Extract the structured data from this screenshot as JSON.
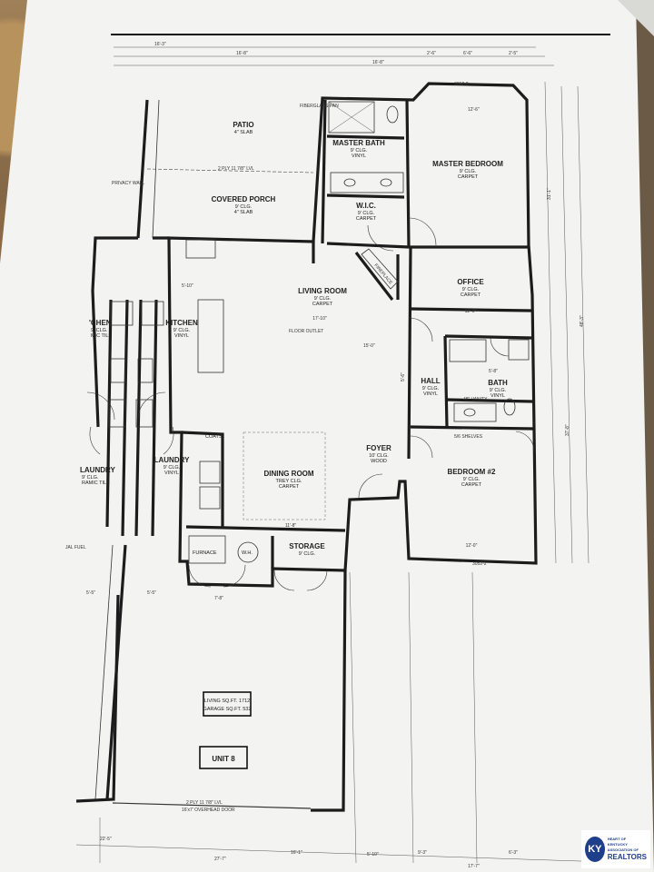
{
  "plan": {
    "rooms": {
      "patio": {
        "name": "PATIO",
        "finish": "4\" SLAB"
      },
      "covered_porch": {
        "name": "COVERED PORCH",
        "ceiling": "9' CLG.",
        "finish": "4\" SLAB"
      },
      "master_bath": {
        "name": "MASTER BATH",
        "ceiling": "9' CLG.",
        "finish": "VINYL"
      },
      "master_bedroom": {
        "name": "MASTER BEDROOM",
        "ceiling": "9' CLG.",
        "finish": "CARPET"
      },
      "wic": {
        "name": "W.I.C.",
        "ceiling": "9' CLG.",
        "finish": "CARPET"
      },
      "living_room": {
        "name": "LIVING ROOM",
        "ceiling": "9' CLG.",
        "finish": "CARPET",
        "dim": "17'-10\""
      },
      "office": {
        "name": "OFFICE",
        "ceiling": "9' CLG.",
        "finish": "CARPET",
        "dim": "12'-0\""
      },
      "kitchen": {
        "name": "KITCHEN",
        "ceiling": "9' CLG.",
        "finish": "VINYL"
      },
      "kitchen_left": {
        "name": "'CHEN",
        "ceiling": "9' CLG.",
        "finish": "MIC TILE"
      },
      "hall": {
        "name": "HALL",
        "ceiling": "9' CLG.",
        "finish": "VINYL"
      },
      "bath": {
        "name": "BATH",
        "ceiling": "9' CLG.",
        "finish": "VINYL",
        "vanity": "48\" VANITY"
      },
      "laundry": {
        "name": "LAUNDRY",
        "ceiling": "9' CLG.",
        "finish": "VINYL"
      },
      "laundry_left": {
        "name": "LAUNDRY",
        "ceiling": "9' CLG.",
        "finish": "RAMIC TILE"
      },
      "coats": {
        "name": "COATS"
      },
      "dining_room": {
        "name": "DINING ROOM",
        "ceiling": "TREY CLG.",
        "finish": "CARPET",
        "dim": "11'-8\""
      },
      "foyer": {
        "name": "FOYER",
        "ceiling": "10' CLG.",
        "finish": "WOOD"
      },
      "bedroom2": {
        "name": "BEDROOM #2",
        "ceiling": "9' CLG.",
        "finish": "CARPET",
        "dim": "12'-0\""
      },
      "furnace": {
        "name": "FURNACE"
      },
      "wh": {
        "name": "W.H."
      },
      "storage": {
        "name": "STORAGE",
        "ceiling": "9' CLG."
      }
    },
    "notes": {
      "living_sqft": "LIVING SQ.FT. 1712",
      "garage_sqft": "GARAGE SQ.FT. 532",
      "unit": "UNIT 8",
      "overhead_door_1": "2 PLY 11 7/8\" LVL",
      "overhead_door_2": "16'x7' OVERHEAD DOOR",
      "porch_beam": "2 PLY 11 7/8\" LVL",
      "privacy_wall": "PRIVACY WALL",
      "fiberglass_pan": "FIBERGLASS PAN",
      "floor_outlet": "FLOOR OUTLET",
      "fireplace": "FIREPLACE",
      "window_top": "3052-2",
      "window_bottom": "3052-2",
      "shelves": "5/6 SHELVES",
      "jal_fuel": "JAL FUEL"
    },
    "dims": {
      "top_1": "16'-3\"",
      "top_2": "16'-8\"",
      "top_3": "2'-6\"",
      "top_4": "6'-6\"",
      "top_5": "2'-5\"",
      "right_1": "31'-1\"",
      "right_2": "37'-8\"",
      "right_3": "48'-3\"",
      "bottom_1": "22'-5\"",
      "bottom_2": "27'-7\"",
      "bottom_3": "16'-1\"",
      "bottom_4": "5'-10\"",
      "bottom_5": "9'-3\"",
      "bottom_6": "6'-3\"",
      "bottom_7": "17'-7\"",
      "garage_1": "5'-5\"",
      "garage_2": "5'-5\"",
      "garage_3": "7'-8\"",
      "living_w": "15'-0\"",
      "kitchen_w": "5'-10\"",
      "master_w": "12'-6\"",
      "office_w": "12'-0\"",
      "bed2_w": "12'-0\"",
      "bath_w": "5'-8\"",
      "hall_h": "5'-6\""
    }
  },
  "logo": {
    "icon": "KY",
    "line1": "HEART OF KENTUCKY",
    "line2": "ASSOCIATION OF",
    "line3": "REALTORS"
  }
}
